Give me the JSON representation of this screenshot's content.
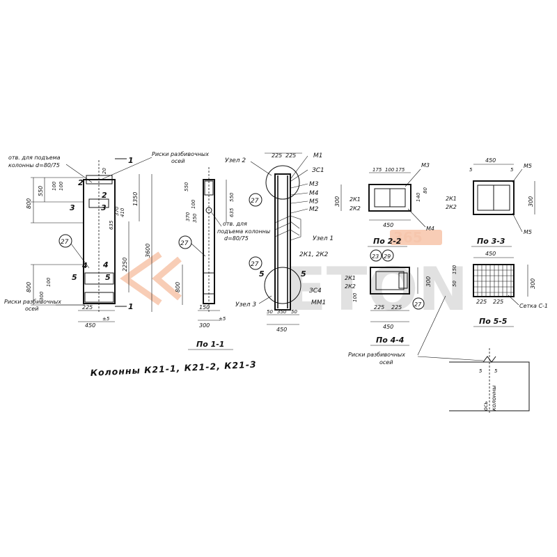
{
  "title": "Колонны  К21-1, К21-2, К21-3",
  "notes": {
    "lift_hole_1": "отв. для подъема",
    "lift_hole_2": "колонны d=80/75",
    "lift_hole_3": "отв. для",
    "lift_hole_4": "подъема колонны",
    "lift_hole_5": "d=80/75",
    "axis_marks": "Риски разбивочных",
    "axis_marks_2": "осей",
    "mesh_c1": "Сетка С-1",
    "col_axis_1": "ось",
    "col_axis_2": "колонны"
  },
  "nodes": {
    "uzel1": "Узел 1",
    "uzel2": "Узел 2",
    "uzel3": "Узел 3"
  },
  "sections": {
    "s11": "По 1-1",
    "s22": "По 2-2",
    "s33": "По 3-3",
    "s44": "По 4-4",
    "s55": "По 5-5",
    "cut1": "1",
    "cut2": "2",
    "cut3": "3",
    "cut4": "4",
    "cut5": "5"
  },
  "marks": {
    "m1": "М1",
    "m2": "М2",
    "m3": "М3",
    "m4": "М4",
    "m5": "М5",
    "zs1": "ЗС1",
    "zs4": "ЗС4",
    "mm1": "ММ1",
    "k1": "2К1",
    "k2": "2К2",
    "k12": "2К1, 2К2",
    "c27": "27",
    "c23": "23",
    "c29": "29"
  },
  "dims": {
    "d800": "800",
    "d550": "550",
    "d100": "100",
    "d20": "20",
    "d1350": "1350",
    "d2250": "2250",
    "d3600": "3600",
    "d225": "225",
    "d450": "450",
    "d300": "300",
    "d150": "150",
    "d175": "175",
    "d370": "370",
    "d635": "635",
    "d80": "80",
    "d50": "50",
    "d350": "350",
    "d140": "140",
    "d5": "5",
    "d410": "410",
    "d25": "±5"
  },
  "watermark": {
    "number": "365",
    "word": "ETON"
  },
  "colors": {
    "ink": "#111111",
    "watermark": "#f2a47a",
    "paper": "#ffffff"
  }
}
